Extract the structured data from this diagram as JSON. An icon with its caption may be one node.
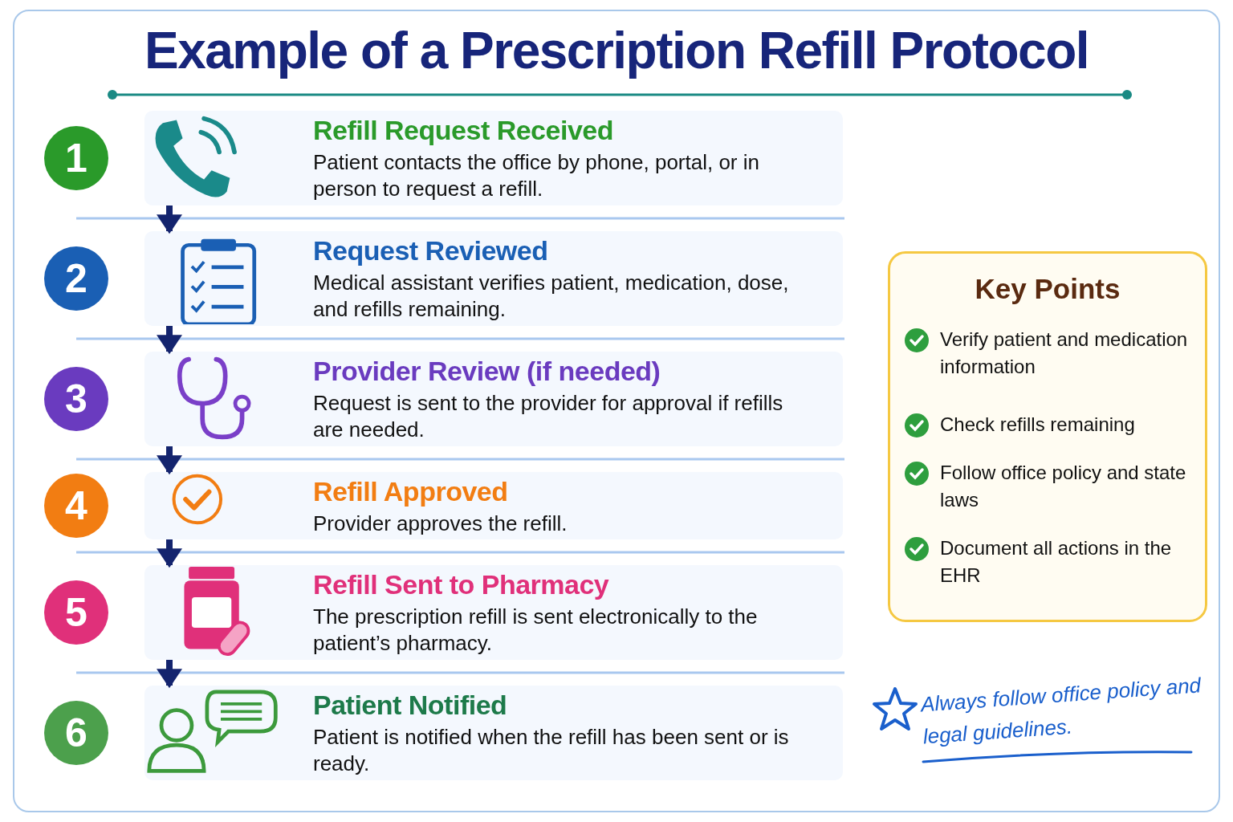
{
  "diagram": {
    "title": "Example of a Prescription Refill Protocol",
    "nodes": [
      {
        "text": [
          "1"
        ]
      },
      {
        "text": [
          "Refill Request Received",
          "Patient contacts the office by phone, portal, or in person to request a refill."
        ]
      },
      {
        "text": [
          "2"
        ]
      },
      {
        "text": [
          "Request Reviewed",
          "Medical assistant verifies patient, medication, dose, and refills remaining."
        ]
      },
      {
        "text": [
          "3"
        ]
      },
      {
        "text": [
          "Provider Review (if needed)",
          "Request is sent to the provider for approval if refills are needed."
        ]
      },
      {
        "text": [
          "4"
        ]
      },
      {
        "text": [
          "Refill Approved",
          "Provider approves the refill."
        ]
      },
      {
        "text": [
          "5"
        ]
      },
      {
        "text": [
          "Refill Sent to Pharmacy",
          "The prescription refill is sent electronically to the patient’s pharmacy."
        ]
      },
      {
        "text": [
          "6"
        ]
      },
      {
        "text": [
          "Patient Notified",
          "Patient is notified when the refill has been sent or is ready."
        ]
      },
      {
        "text": [
          "Key Points",
          "Verify patient and medication information",
          "Check refills remaining",
          "Follow office policy and state laws",
          "Document all actions in the EHR"
        ]
      }
    ],
    "edges": [
      {
        "from": 1,
        "to": 3,
        "arrow": "to"
      },
      {
        "from": 3,
        "to": 5,
        "arrow": "to"
      },
      {
        "from": 5,
        "to": 7,
        "arrow": "to"
      },
      {
        "from": 7,
        "to": 9,
        "arrow": "to"
      },
      {
        "from": 9,
        "to": 11,
        "arrow": "to"
      }
    ],
    "labels": [
      "Always follow office policy and legal guidelines."
    ]
  }
}
